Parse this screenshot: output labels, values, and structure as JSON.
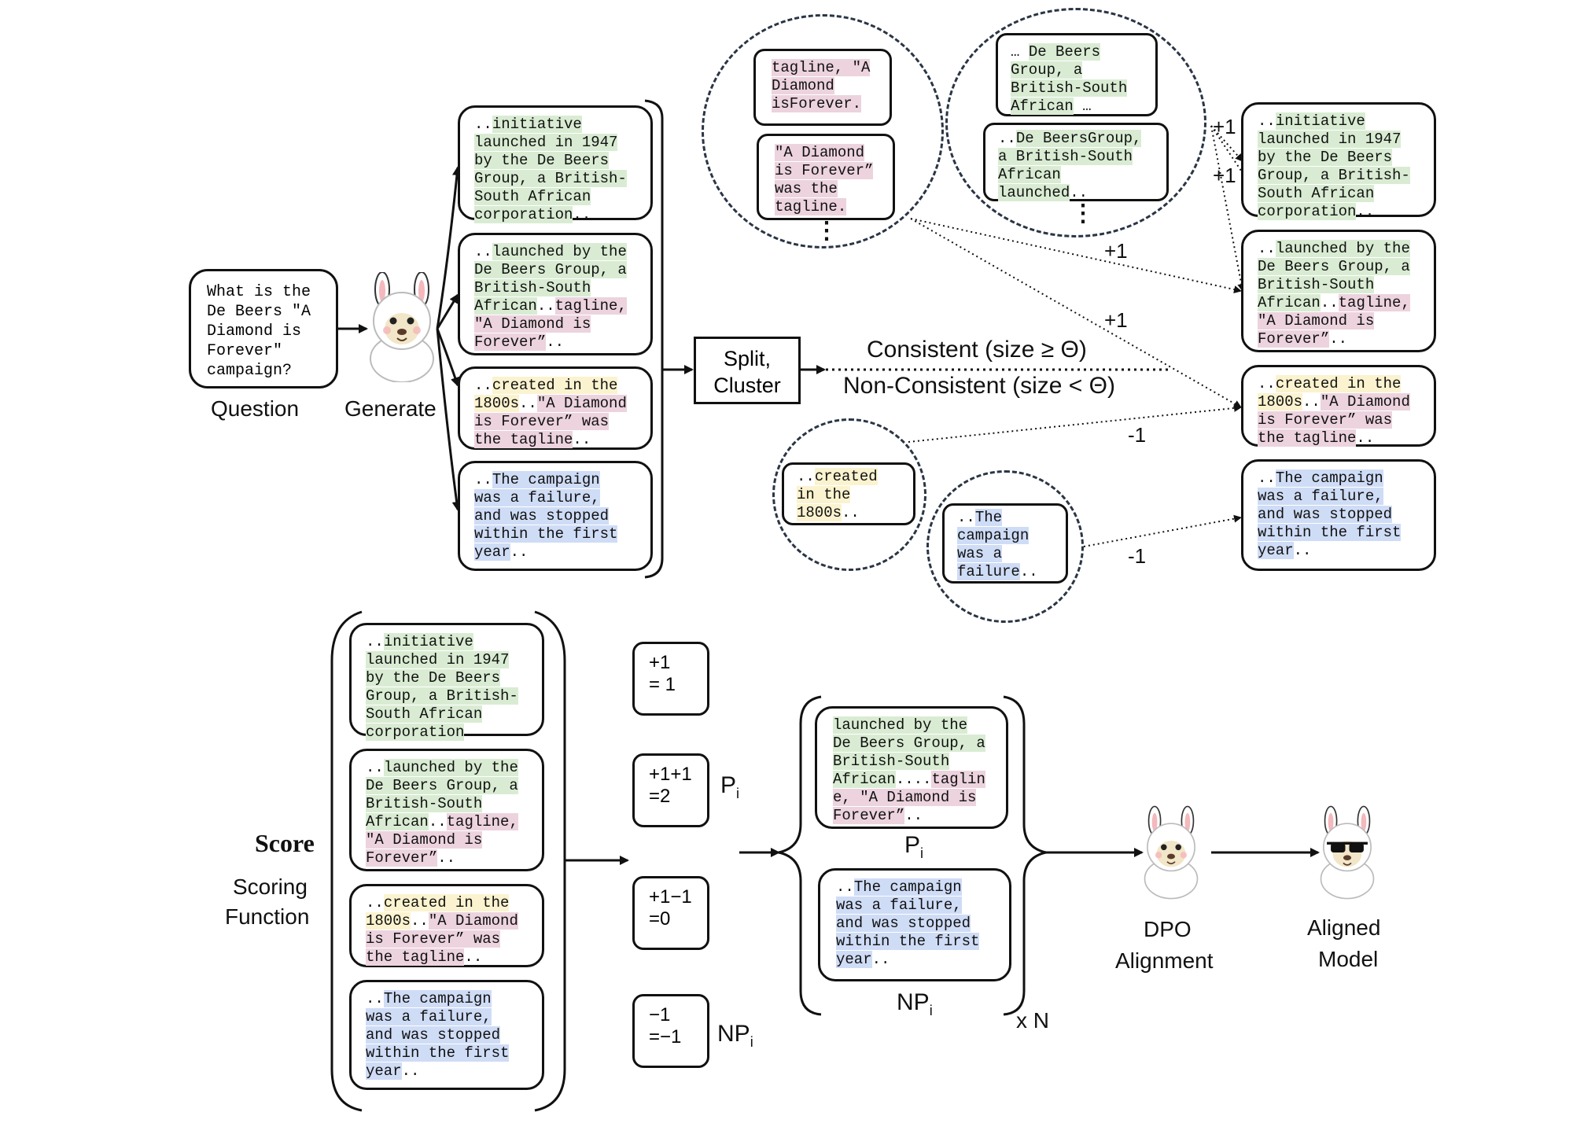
{
  "question": {
    "text_lines": [
      "What is the",
      "De Beers \"A",
      "Diamond is",
      "Forever\"",
      "campaign?"
    ],
    "label": "Question"
  },
  "generate_label": "Generate",
  "responses": [
    {
      "id": "r1",
      "segments": [
        [
          {
            "t": "..",
            "c": "plain"
          },
          {
            "t": "initiative",
            "c": "g"
          }
        ],
        [
          {
            "t": "launched in 1947",
            "c": "g"
          }
        ],
        [
          {
            "t": "by the De Beers",
            "c": "g"
          }
        ],
        [
          {
            "t": "Group, a British-",
            "c": "g"
          }
        ],
        [
          {
            "t": "South African",
            "c": "g"
          }
        ],
        [
          {
            "t": "corporation",
            "c": "g"
          },
          {
            "t": "..",
            "c": "plain"
          }
        ]
      ]
    },
    {
      "id": "r2",
      "segments": [
        [
          {
            "t": "..",
            "c": "plain"
          },
          {
            "t": "launched by the",
            "c": "g"
          }
        ],
        [
          {
            "t": "De Beers Group, a",
            "c": "g"
          }
        ],
        [
          {
            "t": "British-South",
            "c": "g"
          }
        ],
        [
          {
            "t": "African",
            "c": "g"
          },
          {
            "t": "..",
            "c": "plain"
          },
          {
            "t": "tagline,",
            "c": "p"
          }
        ],
        [
          {
            "t": "\"A Diamond is",
            "c": "p"
          }
        ],
        [
          {
            "t": "Forever”",
            "c": "p"
          },
          {
            "t": "..",
            "c": "plain"
          }
        ]
      ]
    },
    {
      "id": "r3",
      "segments": [
        [
          {
            "t": "..",
            "c": "plain"
          },
          {
            "t": "created in the",
            "c": "y"
          }
        ],
        [
          {
            "t": "1800s",
            "c": "y"
          },
          {
            "t": "..",
            "c": "plain"
          },
          {
            "t": "\"A Diamond",
            "c": "p"
          }
        ],
        [
          {
            "t": "is Forever” was",
            "c": "p"
          }
        ],
        [
          {
            "t": "the tagline",
            "c": "p"
          },
          {
            "t": "..",
            "c": "plain"
          }
        ]
      ]
    },
    {
      "id": "r4",
      "segments": [
        [
          {
            "t": "..",
            "c": "plain"
          },
          {
            "t": "The campaign",
            "c": "b"
          }
        ],
        [
          {
            "t": "was a failure,",
            "c": "b"
          }
        ],
        [
          {
            "t": "and was stopped",
            "c": "b"
          }
        ],
        [
          {
            "t": "within the first",
            "c": "b"
          }
        ],
        [
          {
            "t": "year",
            "c": "b"
          },
          {
            "t": "..",
            "c": "plain"
          }
        ]
      ]
    }
  ],
  "split_cluster": {
    "line1": "Split,",
    "line2": "Cluster"
  },
  "consistent_label": "Consistent (size ≥ Θ)",
  "non_consistent_label": "Non-Consistent (size < Θ)",
  "clusters": {
    "c1_a": [
      [
        {
          "t": "tagline, \"A",
          "c": "p"
        }
      ],
      [
        {
          "t": "Diamond",
          "c": "p"
        }
      ],
      [
        {
          "t": "isForever.",
          "c": "p"
        }
      ]
    ],
    "c1_b": [
      [
        {
          "t": "\"A Diamond",
          "c": "p"
        }
      ],
      [
        {
          "t": "is Forever”",
          "c": "p"
        }
      ],
      [
        {
          "t": "was the",
          "c": "p"
        }
      ],
      [
        {
          "t": "tagline.",
          "c": "p"
        }
      ]
    ],
    "c2_a": [
      [
        {
          "t": "… ",
          "c": "plain"
        },
        {
          "t": "De Beers",
          "c": "g"
        }
      ],
      [
        {
          "t": "Group, a",
          "c": "g"
        }
      ],
      [
        {
          "t": "British-South",
          "c": "g"
        }
      ],
      [
        {
          "t": "African",
          "c": "g"
        },
        {
          "t": " …",
          "c": "plain"
        }
      ]
    ],
    "c2_b": [
      [
        {
          "t": "..",
          "c": "plain"
        },
        {
          "t": "De BeersGroup,",
          "c": "g"
        }
      ],
      [
        {
          "t": "a British-South",
          "c": "g"
        }
      ],
      [
        {
          "t": "African",
          "c": "g"
        }
      ],
      [
        {
          "t": "launched",
          "c": "g"
        },
        {
          "t": "..",
          "c": "plain"
        }
      ]
    ],
    "c3": [
      [
        {
          "t": "..",
          "c": "plain"
        },
        {
          "t": "created",
          "c": "y"
        }
      ],
      [
        {
          "t": "in the",
          "c": "y"
        }
      ],
      [
        {
          "t": "1800s",
          "c": "y"
        },
        {
          "t": "..",
          "c": "plain"
        }
      ]
    ],
    "c4": [
      [
        {
          "t": "..",
          "c": "plain"
        },
        {
          "t": "The",
          "c": "b"
        }
      ],
      [
        {
          "t": "campaign",
          "c": "b"
        }
      ],
      [
        {
          "t": "was a",
          "c": "b"
        }
      ],
      [
        {
          "t": "failure",
          "c": "b"
        },
        {
          "t": "..",
          "c": "plain"
        }
      ]
    ],
    "ellipsis": "⋮"
  },
  "edge_labels": {
    "plus1": "+1",
    "minus1": "-1"
  },
  "score": {
    "title": "Score",
    "subtitle_line1": "Scoring",
    "subtitle_line2": "Function",
    "values": [
      {
        "line1": "+1",
        "line2": "= 1"
      },
      {
        "line1": "+1+1",
        "line2": "=2"
      },
      {
        "line1": "+1−1",
        "line2": "=0"
      },
      {
        "line1": "−1",
        "line2": "=−1"
      }
    ],
    "p_label": "P",
    "np_label": "NP",
    "sub_i": "i"
  },
  "pairs": {
    "p_segments": [
      [
        {
          "t": "launched by the",
          "c": "g"
        }
      ],
      [
        {
          "t": "De Beers Group, a",
          "c": "g"
        }
      ],
      [
        {
          "t": "British-South",
          "c": "g"
        }
      ],
      [
        {
          "t": "African",
          "c": "g"
        },
        {
          "t": "....",
          "c": "plain"
        },
        {
          "t": "taglin",
          "c": "p"
        }
      ],
      [
        {
          "t": "e, \"A Diamond is",
          "c": "p"
        }
      ],
      [
        {
          "t": "Forever”",
          "c": "p"
        },
        {
          "t": "..",
          "c": "plain"
        }
      ]
    ],
    "np_segments": [
      [
        {
          "t": "..",
          "c": "plain"
        },
        {
          "t": "The campaign",
          "c": "b"
        }
      ],
      [
        {
          "t": "was a failure,",
          "c": "b"
        }
      ],
      [
        {
          "t": "and was stopped",
          "c": "b"
        }
      ],
      [
        {
          "t": "within the first",
          "c": "b"
        }
      ],
      [
        {
          "t": "year",
          "c": "b"
        },
        {
          "t": "..",
          "c": "plain"
        }
      ]
    ],
    "times_n": "x N"
  },
  "dpo": {
    "line1": "DPO",
    "line2": "Alignment"
  },
  "aligned": {
    "line1": "Aligned",
    "line2": "Model"
  },
  "colors": {
    "green": "#d9ecd3",
    "pink": "#ecd3de",
    "yellow": "#fbf3cf",
    "blue": "#cfdcf6"
  }
}
